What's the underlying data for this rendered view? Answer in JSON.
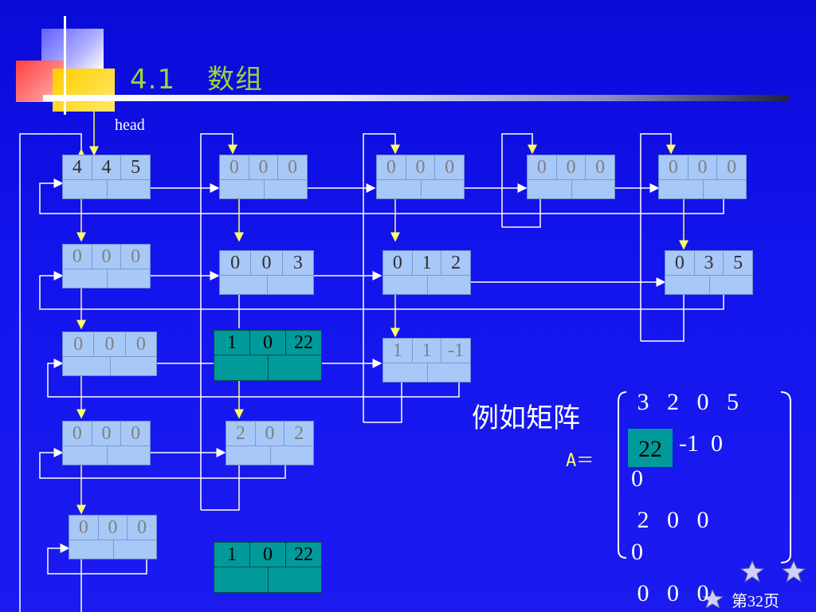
{
  "title": {
    "number": "4.1",
    "text": "数组"
  },
  "head_label": "head",
  "nodes": [
    {
      "id": "h0",
      "values": [
        "4",
        "4",
        "5"
      ]
    },
    {
      "id": "c1",
      "values": [
        "0",
        "0",
        "0"
      ]
    },
    {
      "id": "c2",
      "values": [
        "0",
        "0",
        "0"
      ]
    },
    {
      "id": "c3",
      "values": [
        "0",
        "0",
        "0"
      ]
    },
    {
      "id": "c4",
      "values": [
        "0",
        "0",
        "0"
      ]
    },
    {
      "id": "r1",
      "values": [
        "0",
        "0",
        "0"
      ]
    },
    {
      "id": "e1",
      "values": [
        "0",
        "0",
        "3"
      ]
    },
    {
      "id": "e2",
      "values": [
        "0",
        "1",
        "2"
      ]
    },
    {
      "id": "e3",
      "values": [
        "0",
        "3",
        "5"
      ]
    },
    {
      "id": "r2",
      "values": [
        "0",
        "0",
        "0"
      ]
    },
    {
      "id": "e4",
      "values": [
        "1",
        "0",
        "22"
      ]
    },
    {
      "id": "e5",
      "values": [
        "1",
        "1",
        "-1"
      ]
    },
    {
      "id": "r3",
      "values": [
        "0",
        "0",
        "0"
      ]
    },
    {
      "id": "e6",
      "values": [
        "2",
        "0",
        "2"
      ]
    },
    {
      "id": "r4",
      "values": [
        "0",
        "0",
        "0"
      ]
    },
    {
      "id": "ex",
      "values": [
        "1",
        "0",
        "22"
      ]
    }
  ],
  "example_label": "例如矩阵",
  "matrix_label": "A＝",
  "matrix_rows": [
    " 3   2   0   5",
    "        -1  0",
    "0",
    " 2   0   0",
    "0",
    " 0   0   0"
  ],
  "matrix_highlight": "22",
  "page_label": "第32页"
}
